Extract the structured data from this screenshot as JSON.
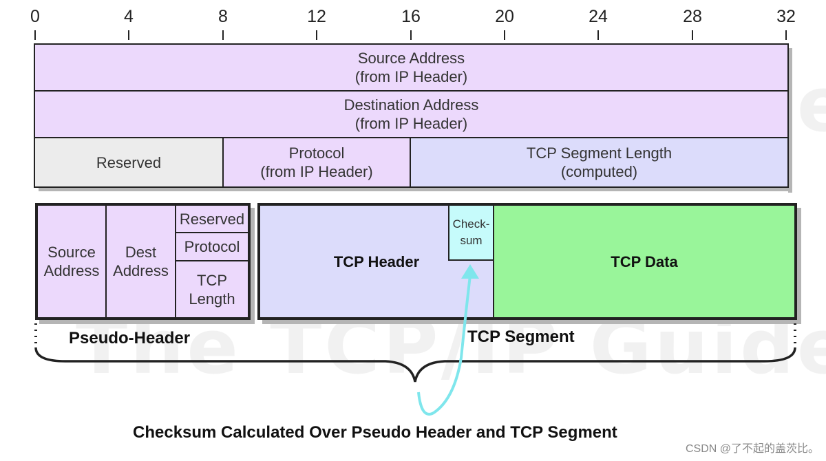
{
  "ruler": {
    "ticks": [
      "0",
      "4",
      "8",
      "12",
      "16",
      "20",
      "24",
      "28",
      "32"
    ]
  },
  "watermark_text": "The TCP/IP Guide",
  "pseudo_header_detail": {
    "source_address": {
      "line1": "Source Address",
      "line2": "(from IP Header)"
    },
    "destination_address": {
      "line1": "Destination Address",
      "line2": "(from IP Header)"
    },
    "reserved": "Reserved",
    "protocol": {
      "line1": "Protocol",
      "line2": "(from IP Header)"
    },
    "tcp_segment_length": {
      "line1": "TCP Segment Length",
      "line2": "(computed)"
    }
  },
  "pseudo_header_box": {
    "source": {
      "line1": "Source",
      "line2": "Address"
    },
    "dest": {
      "line1": "Dest",
      "line2": "Address"
    },
    "reserved": "Reserved",
    "protocol": "Protocol",
    "tcp_length": {
      "line1": "TCP",
      "line2": "Length"
    },
    "label": "Pseudo-Header"
  },
  "tcp_segment_box": {
    "header": "TCP Header",
    "checksum": {
      "line1": "Check-",
      "line2": "sum"
    },
    "data": "TCP Data",
    "label": "TCP Segment"
  },
  "caption": "Checksum Calculated Over Pseudo Header and TCP Segment",
  "credit": "CSDN @了不起的盖茨比。",
  "colors": {
    "lavender": "#ecd9fc",
    "blue": "#dcdcfb",
    "gray": "#ececec",
    "green": "#99f59a",
    "cyan": "#c6fbfb",
    "arrow": "#7fe6ec"
  }
}
